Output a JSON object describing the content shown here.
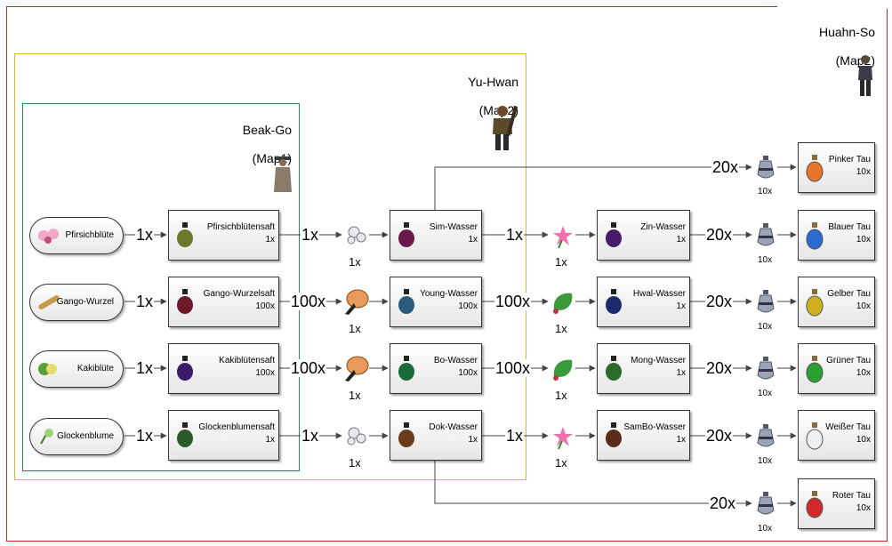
{
  "regions": [
    {
      "name": "Huahn-So",
      "map": "(Map2)",
      "color": "#c42b2b"
    },
    {
      "name": "Yu-Hwan",
      "map": "(Map2)",
      "color": "#e0b52b"
    },
    {
      "name": "Beak-Go",
      "map": "(Map1)",
      "color": "#2a8a5e"
    }
  ],
  "sources": [
    {
      "label": "Pfirsichblüte",
      "color": "#f3a6c8"
    },
    {
      "label": "Gango-Wurzel",
      "color": "#c79a4a"
    },
    {
      "label": "Kakiblüte",
      "color": "#e6de6a"
    },
    {
      "label": "Glockenblume",
      "color": "#9fd37a"
    }
  ],
  "juices": [
    {
      "title": "Pfirsichblütensaft",
      "qty": "1x",
      "color": "#6a7a2a"
    },
    {
      "title": "Gango-Wurzelsaft",
      "qty": "100x",
      "color": "#6e1a2a"
    },
    {
      "title": "Kakiblütensaft",
      "qty": "100x",
      "color": "#3a1a6a"
    },
    {
      "title": "Glockenblumensaft",
      "qty": "1x",
      "color": "#2a5a2a"
    }
  ],
  "waters1": [
    {
      "title": "Sim-Wasser",
      "qty": "1x",
      "color": "#6a1a4a"
    },
    {
      "title": "Young-Wasser",
      "qty": "100x",
      "color": "#2a5a7a"
    },
    {
      "title": "Bo-Wasser",
      "qty": "100x",
      "color": "#1a6a3a"
    },
    {
      "title": "Dok-Wasser",
      "qty": "1x",
      "color": "#6a3a1a"
    }
  ],
  "waters2": [
    {
      "title": "Zin-Wasser",
      "qty": "1x",
      "color": "#4a1a6a"
    },
    {
      "title": "Hwal-Wasser",
      "qty": "1x",
      "color": "#1a2a6a"
    },
    {
      "title": "Mong-Wasser",
      "qty": "1x",
      "color": "#2a6a2a"
    },
    {
      "title": "SamBo-Wasser",
      "qty": "1x",
      "color": "#5a2a1a"
    }
  ],
  "taus": [
    {
      "title": "Pinker Tau",
      "qty": "10x",
      "color": "#e8742a"
    },
    {
      "title": "Blauer Tau",
      "qty": "10x",
      "color": "#2a6ad0"
    },
    {
      "title": "Gelber Tau",
      "qty": "10x",
      "color": "#d0b020"
    },
    {
      "title": "Grüner Tau",
      "qty": "10x",
      "color": "#2aa030"
    },
    {
      "title": "Weißer Tau",
      "qty": "10x",
      "color": "#f0f0f0"
    },
    {
      "title": "Roter Tau",
      "qty": "10x",
      "color": "#d02a2a"
    }
  ],
  "ingredients1": [
    {
      "name": "white-flower-item",
      "qty": "1x",
      "color": "#e8e8f0"
    },
    {
      "name": "mushroom-item",
      "qty": "1x",
      "color": "#e89a5a"
    },
    {
      "name": "mushroom-item",
      "qty": "1x",
      "color": "#e89a5a"
    },
    {
      "name": "white-flower-item",
      "qty": "1x",
      "color": "#e8e8f0"
    }
  ],
  "ingredients2": [
    {
      "name": "pink-flower-item",
      "qty": "1x",
      "color": "#f070b0"
    },
    {
      "name": "green-leaf-item",
      "qty": "1x",
      "color": "#3a9a3a"
    },
    {
      "name": "green-leaf-item",
      "qty": "1x",
      "color": "#3a9a3a"
    },
    {
      "name": "pink-flower-item",
      "qty": "1x",
      "color": "#f070b0"
    }
  ],
  "vials": [
    {
      "qty": "10x"
    },
    {
      "qty": "10x"
    },
    {
      "qty": "10x"
    },
    {
      "qty": "10x"
    },
    {
      "qty": "10x"
    },
    {
      "qty": "10x"
    }
  ],
  "links": {
    "source_to_juice": [
      "1x",
      "1x",
      "1x",
      "1x"
    ],
    "juice_to_ingredient": [
      "1x",
      "100x",
      "100x",
      "1x"
    ],
    "water1_to_ingredient": [
      "1x",
      "100x",
      "100x",
      "1x"
    ],
    "water2_to_vial": [
      "20x",
      "20x",
      "20x",
      "20x"
    ],
    "extra_to_vial": [
      "20x",
      "20x"
    ]
  }
}
